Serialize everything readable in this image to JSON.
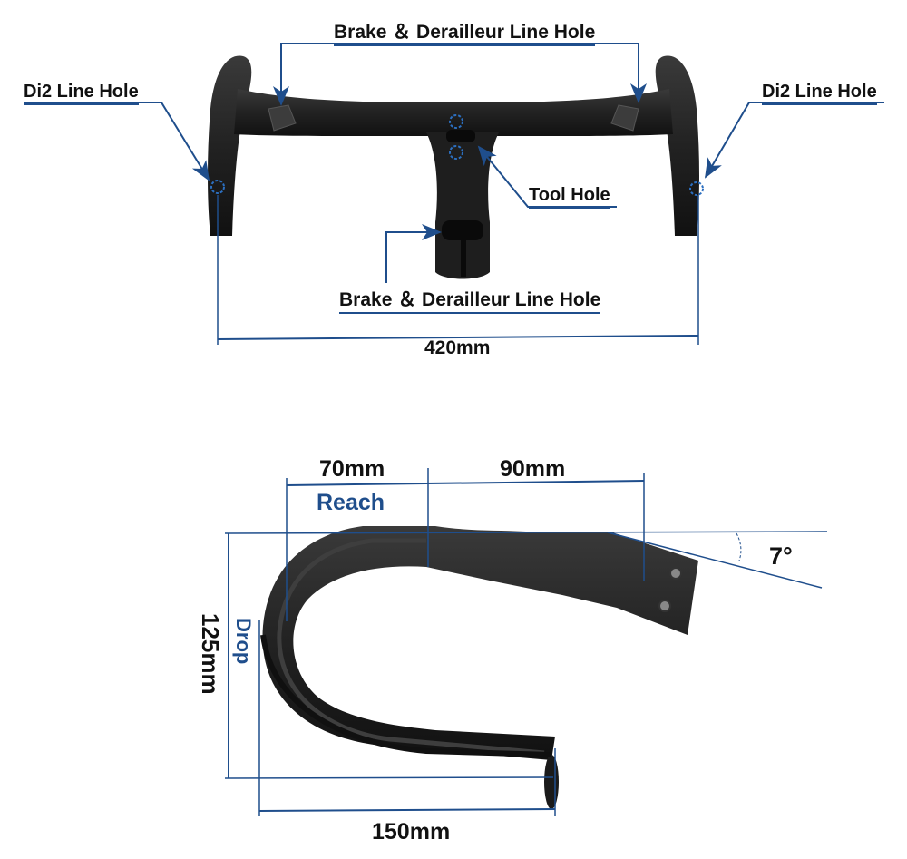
{
  "top_view": {
    "label_brake_top": "Brake ＆ Derailleur Line Hole",
    "label_di2_left": "Di2 Line Hole",
    "label_di2_right": "Di2 Line Hole",
    "label_tool": "Tool Hole",
    "label_brake_bottom": "Brake ＆ Derailleur Line Hole",
    "width_dim": "420mm"
  },
  "side_view": {
    "dim_70": "70mm",
    "dim_90": "90mm",
    "reach_label": "Reach",
    "drop_label": "Drop",
    "drop_dim": "125mm",
    "angle": "7°",
    "width_dim": "150mm"
  },
  "colors": {
    "accent": "#1f4e8c",
    "bar": "#2a2a2a",
    "bar_dark": "#141414"
  }
}
